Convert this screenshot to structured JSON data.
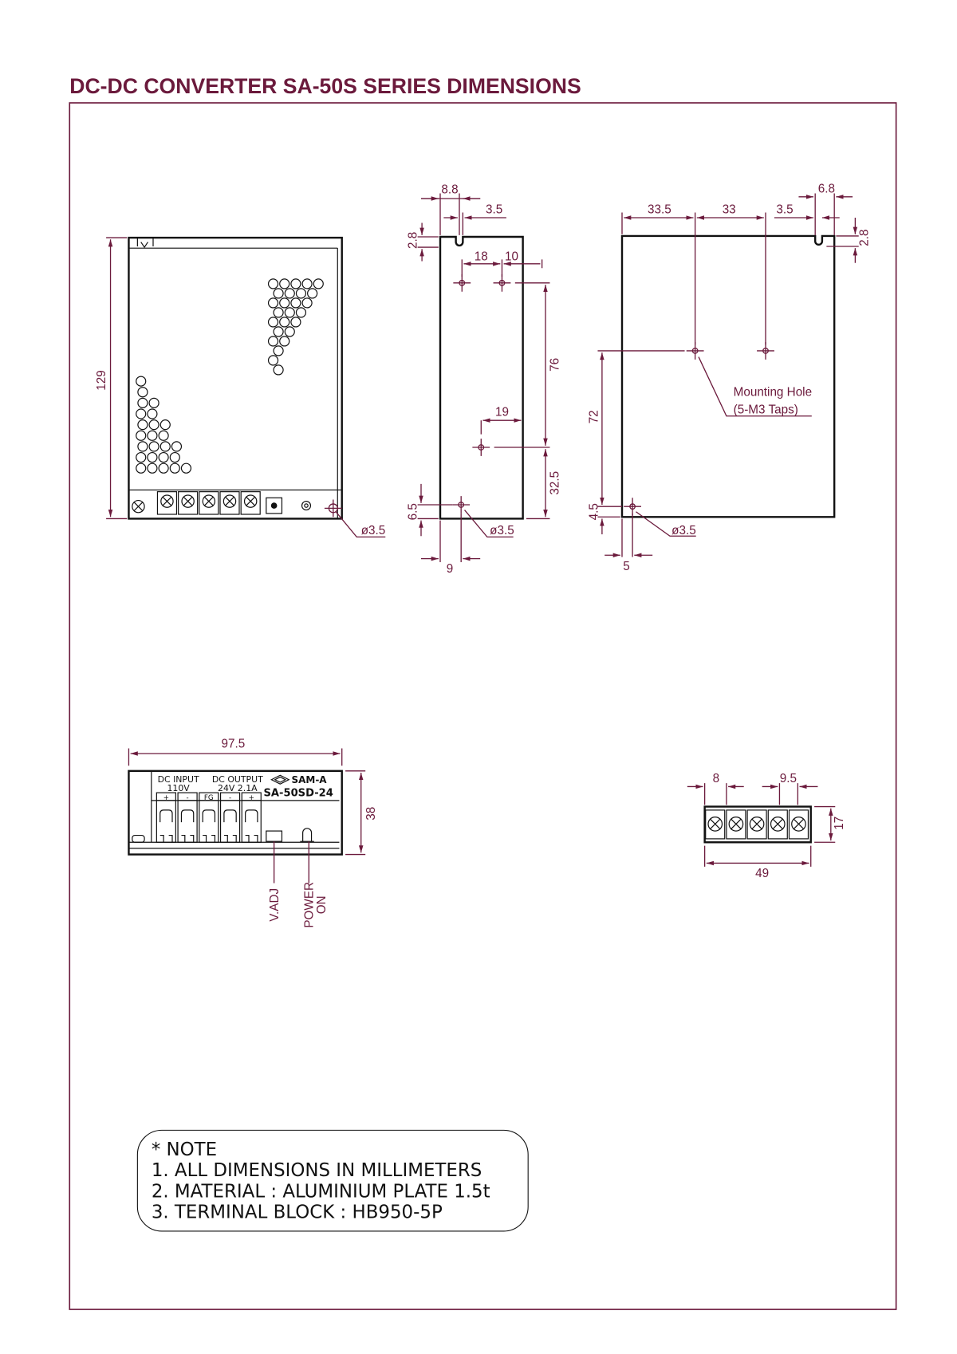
{
  "title": "DC-DC CONVERTER SA-50S SERIES DIMENSIONS",
  "colors": {
    "accent": "#6b1a3c",
    "outline": "#111111"
  },
  "front_view": {
    "height": "129",
    "hole": "ø3.5"
  },
  "side_view": {
    "slot_width": "8.8",
    "slot_offset": "3.5",
    "slot_depth": "2.8",
    "hole_spacing_a": "18",
    "hole_spacing_b": "10",
    "vertical_76": "76",
    "offset_19": "19",
    "vertical_32_5": "32.5",
    "bottom_6_5": "6.5",
    "hole": "ø3.5",
    "left_9": "9"
  },
  "rear_view": {
    "d1": "33.5",
    "d2": "33",
    "d3": "3.5",
    "slot_width": "6.8",
    "slot_depth": "2.8",
    "vertical_72": "72",
    "bottom_4_5": "4.5",
    "hole": "ø3.5",
    "left_5": "5",
    "mounting_label": "Mounting Hole",
    "mounting_taps": "(5-M3 Taps)"
  },
  "bottom_view": {
    "width": "97.5",
    "height": "38",
    "dc_input": "DC INPUT",
    "input_voltage": "110V",
    "dc_output": "DC OUTPUT",
    "output_rating": "24V  2.1A",
    "brand": "SAM-A",
    "model": "SA-50SD-24",
    "terminals": [
      "+",
      "-",
      "FG",
      "-",
      "+"
    ],
    "vadj": "V.ADJ",
    "power": "POWER",
    "on": "ON"
  },
  "terminal_block": {
    "pitch": "8",
    "width_9_5": "9.5",
    "height": "17",
    "length": "49"
  },
  "notes": [
    "*  NOTE",
    "1.  ALL  DIMENSIONS  IN  MILLIMETERS",
    "2.  MATERIAL  :  ALUMINIUM  PLATE  1.5t",
    "3.  TERMINAL  BLOCK  :  HB950-5P"
  ]
}
